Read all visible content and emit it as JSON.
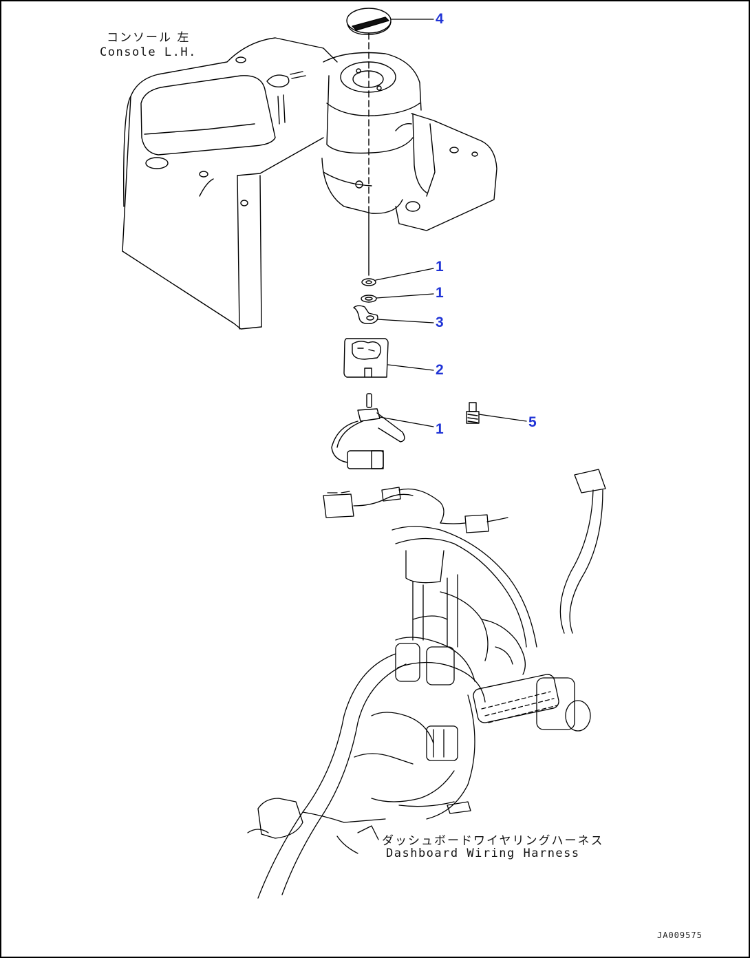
{
  "labels": {
    "console_jp": "コンソール 左",
    "console_en": "Console L.H.",
    "harness_jp": "ダッシュボードワイヤリングハーネス",
    "harness_en": "Dashboard Wiring Harness"
  },
  "callouts": [
    {
      "id": "callout-4",
      "number": "4"
    },
    {
      "id": "callout-1a",
      "number": "1"
    },
    {
      "id": "callout-1b",
      "number": "1"
    },
    {
      "id": "callout-3",
      "number": "3"
    },
    {
      "id": "callout-2",
      "number": "2"
    },
    {
      "id": "callout-1c",
      "number": "1"
    },
    {
      "id": "callout-5",
      "number": "5"
    }
  ],
  "drawing_id": "JA009575",
  "colors": {
    "callout": "#1f33d6",
    "line": "#000000",
    "background": "#ffffff"
  }
}
